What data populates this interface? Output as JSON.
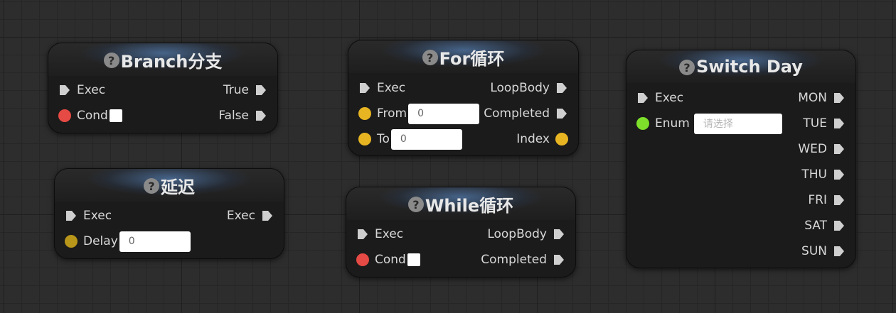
{
  "colors": {
    "background": "#2d2d2d",
    "node_bg": "#1b1b1b",
    "header_glow": "#5078aa",
    "pin_bool": "#e64a44",
    "pin_int": "#e8b522",
    "pin_float": "#b8961a",
    "pin_enum": "#7ee02a",
    "exec_pin": "#d0d0d0"
  },
  "icons": {
    "help": "question-circle-icon",
    "exec": "exec-arrow-pin"
  },
  "help_glyph": "?",
  "nodes": {
    "branch": {
      "title": "Branch分支",
      "exec_in": "Exec",
      "cond": "Cond",
      "true_out": "True",
      "false_out": "False"
    },
    "delay": {
      "title": "延迟",
      "exec_in": "Exec",
      "exec_out": "Exec",
      "delay": "Delay",
      "delay_value": "0"
    },
    "for_loop": {
      "title": "For循环",
      "exec_in": "Exec",
      "loop_body": "LoopBody",
      "from": "From",
      "from_value": "0",
      "completed": "Completed",
      "to": "To",
      "to_value": "0",
      "index": "Index"
    },
    "while_loop": {
      "title": "While循环",
      "exec_in": "Exec",
      "loop_body": "LoopBody",
      "cond": "Cond",
      "completed": "Completed"
    },
    "switch_day": {
      "title": "Switch Day",
      "exec_in": "Exec",
      "enum": "Enum",
      "enum_placeholder": "请选择",
      "outputs": [
        "MON",
        "TUE",
        "WED",
        "THU",
        "FRI",
        "SAT",
        "SUN"
      ]
    }
  }
}
